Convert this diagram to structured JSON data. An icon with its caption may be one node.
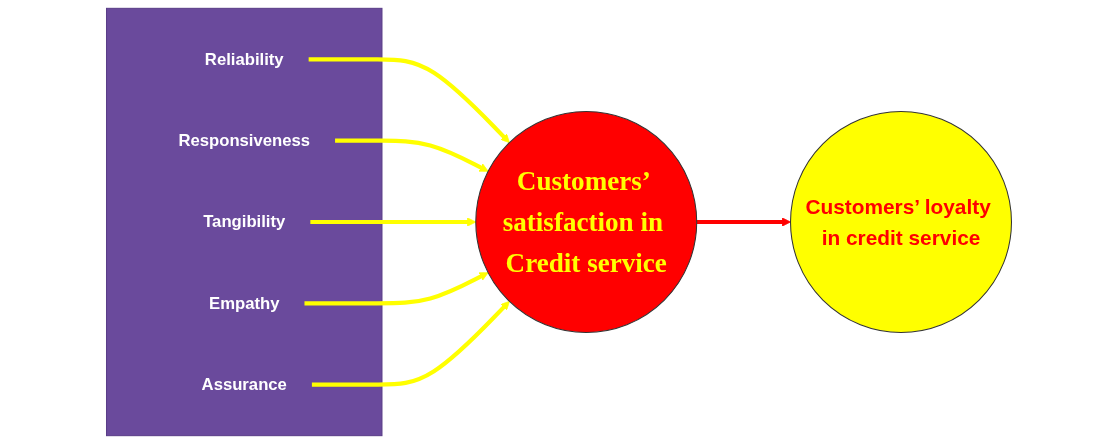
{
  "diagram": {
    "nodes": [
      {
        "text": [],
        "shape": "box"
      },
      {
        "text": [
          "Reliability"
        ],
        "in": 0
      },
      {
        "text": [
          "Responsiveness"
        ],
        "in": 0
      },
      {
        "text": [
          "Tangibility"
        ],
        "in": 0
      },
      {
        "text": [
          "Empathy"
        ],
        "in": 0
      },
      {
        "text": [
          "Assurance"
        ],
        "in": 0
      },
      {
        "text": [
          "Customers’ satisfaction in Credit service"
        ]
      },
      {
        "text": [
          "Customers’ loyalty in credit service"
        ]
      }
    ],
    "edges": [
      {
        "from": 1,
        "to": 6,
        "arrow": "to"
      },
      {
        "from": 2,
        "to": 6,
        "arrow": "to"
      },
      {
        "from": 3,
        "to": 6,
        "arrow": "to"
      },
      {
        "from": 4,
        "to": 6,
        "arrow": "to"
      },
      {
        "from": 5,
        "to": 6,
        "arrow": "to"
      },
      {
        "from": 6,
        "to": 7,
        "arrow": "to",
        "color": "#ff0000"
      }
    ]
  }
}
